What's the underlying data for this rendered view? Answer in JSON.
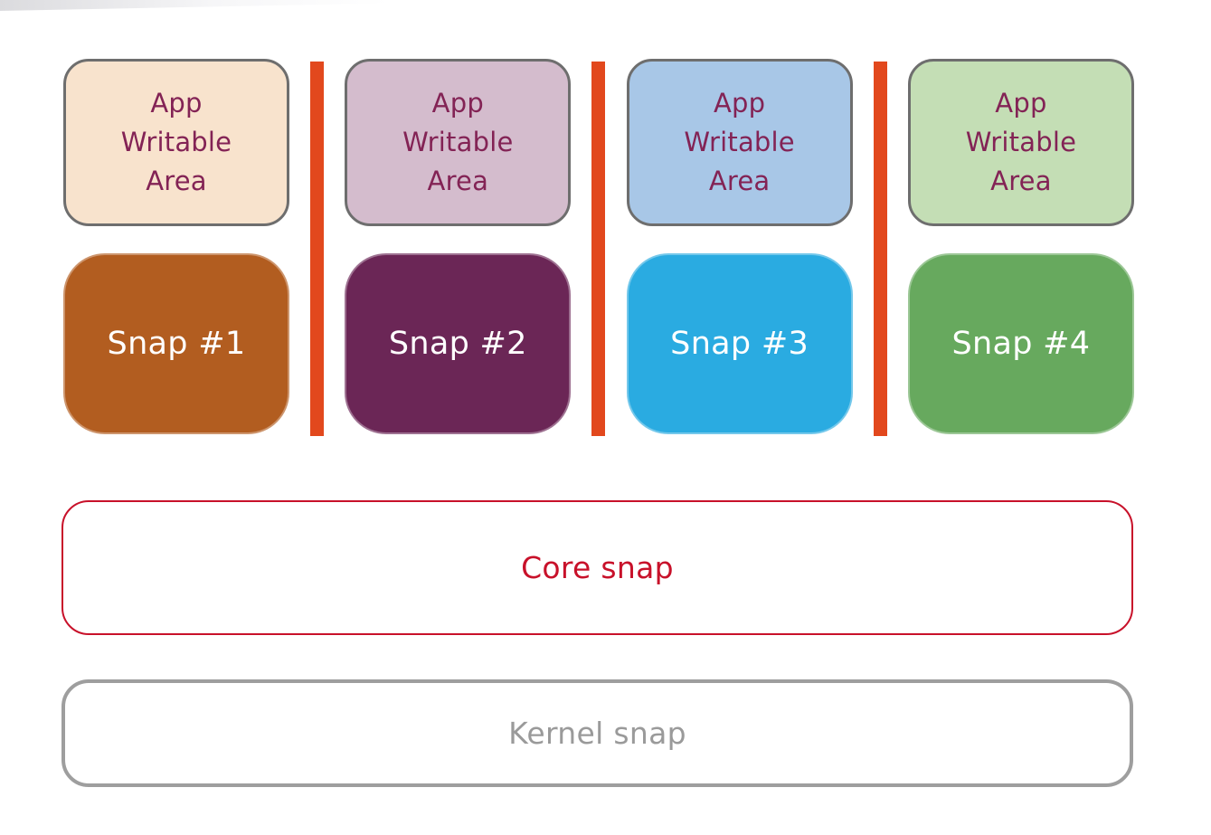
{
  "page": {
    "background": "#ffffff"
  },
  "styles": {
    "app_text_color": "#832355",
    "app_border_color": "#6e6e6e",
    "snap_text_color": "#ffffff",
    "divider_color": "#e2481d"
  },
  "columns": [
    {
      "app_area": {
        "lines": [
          "App",
          "Writable",
          "Area"
        ],
        "fill": "#f8e3cd"
      },
      "snap": {
        "label": "Snap #1",
        "fill": "#b25d20"
      }
    },
    {
      "app_area": {
        "lines": [
          "App",
          "Writable",
          "Area"
        ],
        "fill": "#d4bccd"
      },
      "snap": {
        "label": "Snap #2",
        "fill": "#6b2656"
      }
    },
    {
      "app_area": {
        "lines": [
          "App",
          "Writable",
          "Area"
        ],
        "fill": "#a8c7e7"
      },
      "snap": {
        "label": "Snap #3",
        "fill": "#2aabe1"
      }
    },
    {
      "app_area": {
        "lines": [
          "App",
          "Writable",
          "Area"
        ],
        "fill": "#c4deb5"
      },
      "snap": {
        "label": "Snap #4",
        "fill": "#67a95e"
      }
    }
  ],
  "core": {
    "label": "Core snap",
    "text_color": "#c8112a",
    "border_color": "#c8112a",
    "fill": "#ffffff"
  },
  "kernel": {
    "label": "Kernel snap",
    "text_color": "#9a9a9a",
    "border_color": "#9e9e9e",
    "fill": "#ffffff"
  }
}
